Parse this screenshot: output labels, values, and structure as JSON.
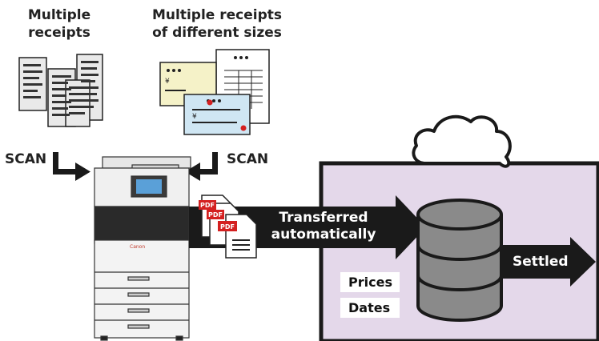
{
  "labels": {
    "multiple_receipts_line1": "Multiple",
    "multiple_receipts_line2": "receipts",
    "different_sizes_line1": "Multiple receipts",
    "different_sizes_line2": "of different sizes",
    "scan_left": "SCAN",
    "scan_right": "SCAN",
    "transfer_line1": "Transferred",
    "transfer_line2": "automatically",
    "settled": "Settled",
    "prices": "Prices",
    "dates": "Dates",
    "pdf": "PDF",
    "currency": "¥",
    "brand": "Canon"
  },
  "colors": {
    "cloud_panel": "#e4d8ea",
    "arrow": "#1a1a1a",
    "database": "#8a8a8a",
    "receipt_yellow": "#f5f2c8",
    "receipt_blue": "#cfe6f3",
    "pdf_red": "#d42020"
  }
}
